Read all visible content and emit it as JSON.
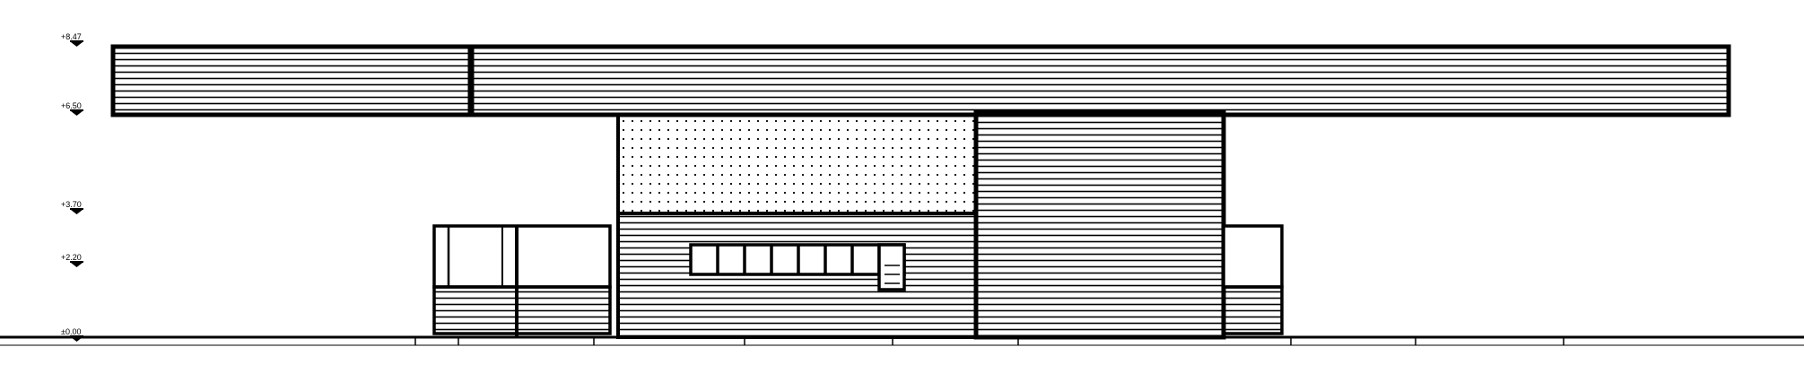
{
  "drawing": {
    "type": "architectural-elevation",
    "stroke_color": "#000000",
    "background_color": "#ffffff",
    "levels": [
      {
        "label": "+8.47",
        "value": 8.47
      },
      {
        "label": "+6.50",
        "value": 6.5
      },
      {
        "label": "+3.70",
        "value": 3.7
      },
      {
        "label": "+2.20",
        "value": 2.2
      },
      {
        "label": "±0.00",
        "value": 0.0
      }
    ]
  }
}
